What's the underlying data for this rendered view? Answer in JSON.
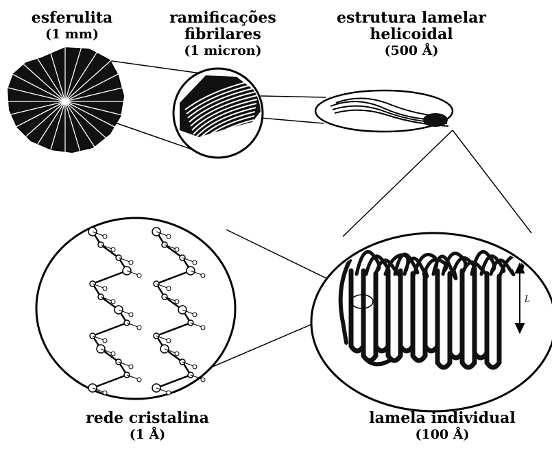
{
  "labels": {
    "spherulite": {
      "title": "esferulita",
      "scale": "(1 mm)"
    },
    "fibrillar": {
      "title_line1": "ramificações",
      "title_line2": "fibrilares",
      "scale": "(1 micron)"
    },
    "helical": {
      "title_line1": "estrutura lamelar",
      "title_line2": "helicoidal",
      "scale": "(500 Å)"
    },
    "crystal": {
      "title": "rede cristalina",
      "scale": "(1 Å)"
    },
    "lamella": {
      "title": "lamela individual",
      "scale": "(100 Å)"
    }
  },
  "lamella_thickness_symbol": "L"
}
